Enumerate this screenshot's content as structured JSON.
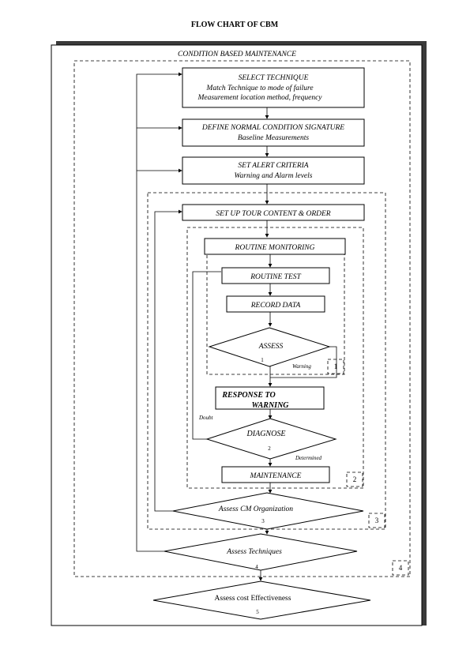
{
  "title": "FLOW CHART OF CBM",
  "outer_label": "CONDITION   BASED   MAINTENANCE",
  "steps": {
    "select_technique": {
      "label": "SELECT TECHNIQUE",
      "line1": "Match Technique to mode of failure",
      "line2": "Measurement location method, frequency"
    },
    "define_normal": {
      "label": "DEFINE NORMAL CONDITION SIGNATURE",
      "line1": "Baseline Measurements"
    },
    "set_alert": {
      "label": "SET ALERT CRITERIA",
      "line1": "Warning and Alarm levels"
    },
    "setup_tour": {
      "label": "SET UP TOUR CONTENT & ORDER"
    },
    "routine_monitoring": {
      "label": "ROUTINE MONITORING"
    },
    "routine_test": {
      "label": "ROUTINE TEST"
    },
    "record_data": {
      "label": "RECORD DATA"
    },
    "assess": {
      "label": "ASSESS",
      "num": "1"
    },
    "response": {
      "label_line1": "RESPONSE TO",
      "label_line2": "WARNING"
    },
    "diagnose": {
      "label": "DIAGNOSE",
      "num": "2"
    },
    "maintenance": {
      "label": "MAINTENANCE"
    },
    "assess_cm": {
      "label": "Assess CM Organization",
      "num": "3"
    },
    "assess_techniques": {
      "label": "Assess Techniques",
      "num": "4"
    },
    "assess_cost": {
      "label": "Assess cost Effectiveness",
      "num": "5"
    }
  },
  "edge_labels": {
    "warning": "Warning",
    "doubt": "Doubt",
    "determined": "Determined"
  },
  "loop_tags": [
    "1",
    "2",
    "3",
    "4"
  ]
}
